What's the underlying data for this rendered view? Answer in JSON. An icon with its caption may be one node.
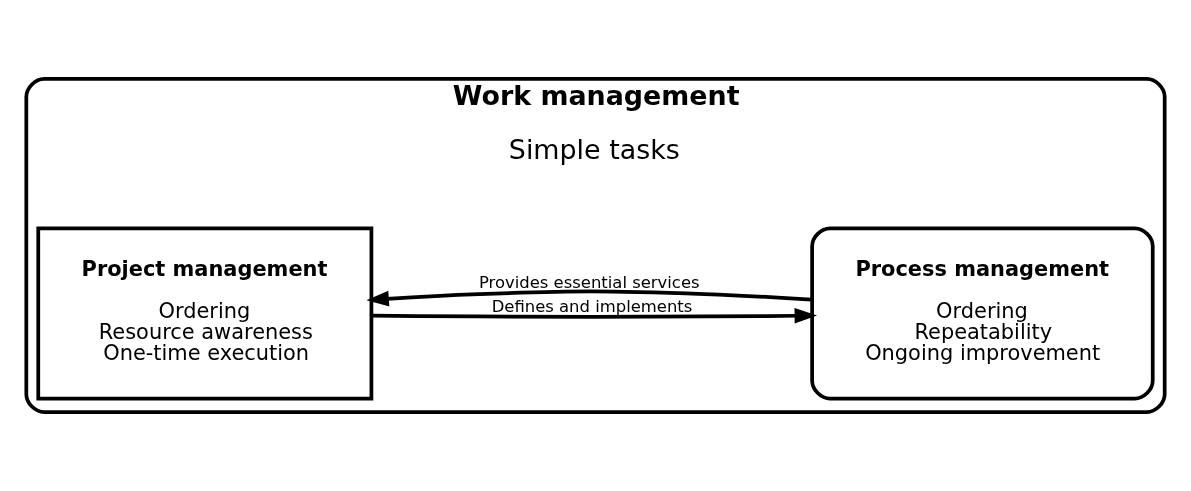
{
  "diagram": {
    "nodes": [
      {
        "text": [
          "Work management",
          "Simple tasks"
        ]
      },
      {
        "text": [
          "Project management",
          "Ordering",
          "Resource awareness",
          "One-time execution"
        ],
        "in": 0
      },
      {
        "text": [
          "Process management",
          "Ordering",
          "Repeatability",
          "Ongoing improvement"
        ],
        "in": 0
      }
    ],
    "edges": [
      {
        "from": 1,
        "to": 2,
        "arrow": "to",
        "label": "Defines and implements"
      },
      {
        "from": 2,
        "to": 1,
        "arrow": "to",
        "label": "Provides essential services"
      }
    ]
  }
}
